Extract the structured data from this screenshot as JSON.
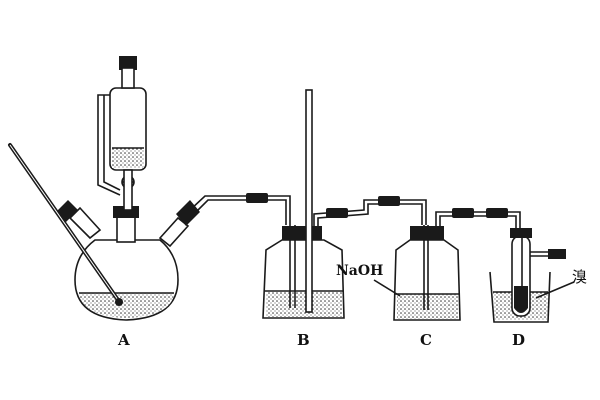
{
  "apparatus": [
    {
      "label": "A"
    },
    {
      "label": "B"
    },
    {
      "label": "C"
    },
    {
      "label": "D"
    }
  ],
  "reagents": {
    "naoh": "NaOH",
    "bromine": "溴"
  }
}
